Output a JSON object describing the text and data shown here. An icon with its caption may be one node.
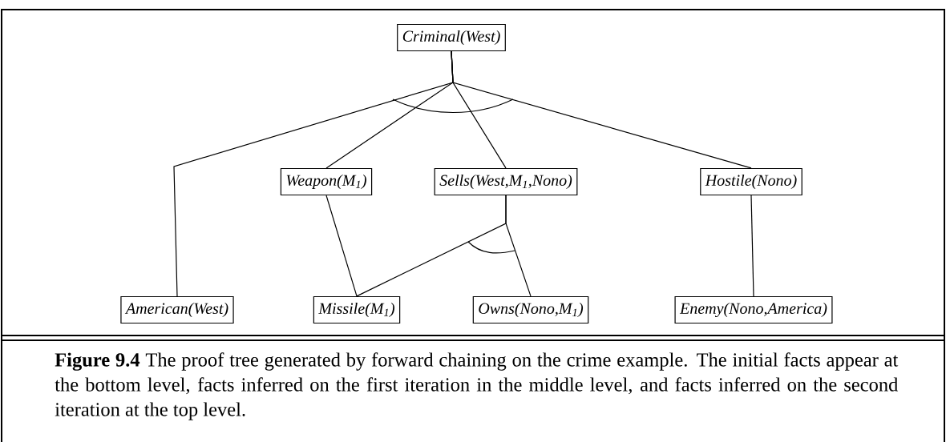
{
  "diagram": {
    "caption": "**Figure 9.4** The proof tree generated by forward chaining on the crime example. The initial facts appear at the bottom level, facts inferred on the first iteration in the middle level, and facts inferred on the second iteration at the top level.",
    "nodes": [
      {
        "text": [
          "Criminal(West)"
        ]
      },
      {
        "text": [
          "Weapon(M$_{1}$)"
        ]
      },
      {
        "text": [
          "Sells(West,M$_{1}$,Nono)"
        ]
      },
      {
        "text": [
          "Hostile(Nono)"
        ]
      },
      {
        "text": [
          "American(West)"
        ]
      },
      {
        "text": [
          "Missile(M$_{1}$)"
        ]
      },
      {
        "text": [
          "Owns(Nono,M$_{1}$)"
        ]
      },
      {
        "text": [
          "Enemy(Nono,America)"
        ]
      }
    ],
    "edges": [
      {
        "from": 0,
        "to": 4,
        "arrow": "none"
      },
      {
        "from": 0,
        "to": 1,
        "arrow": "none"
      },
      {
        "from": 0,
        "to": 2,
        "arrow": "none"
      },
      {
        "from": 0,
        "to": 3,
        "arrow": "none"
      },
      {
        "from": 1,
        "to": 5,
        "arrow": "none"
      },
      {
        "from": 2,
        "to": 5,
        "arrow": "none"
      },
      {
        "from": 2,
        "to": 6,
        "arrow": "none"
      },
      {
        "from": 3,
        "to": 7,
        "arrow": "none"
      }
    ]
  }
}
